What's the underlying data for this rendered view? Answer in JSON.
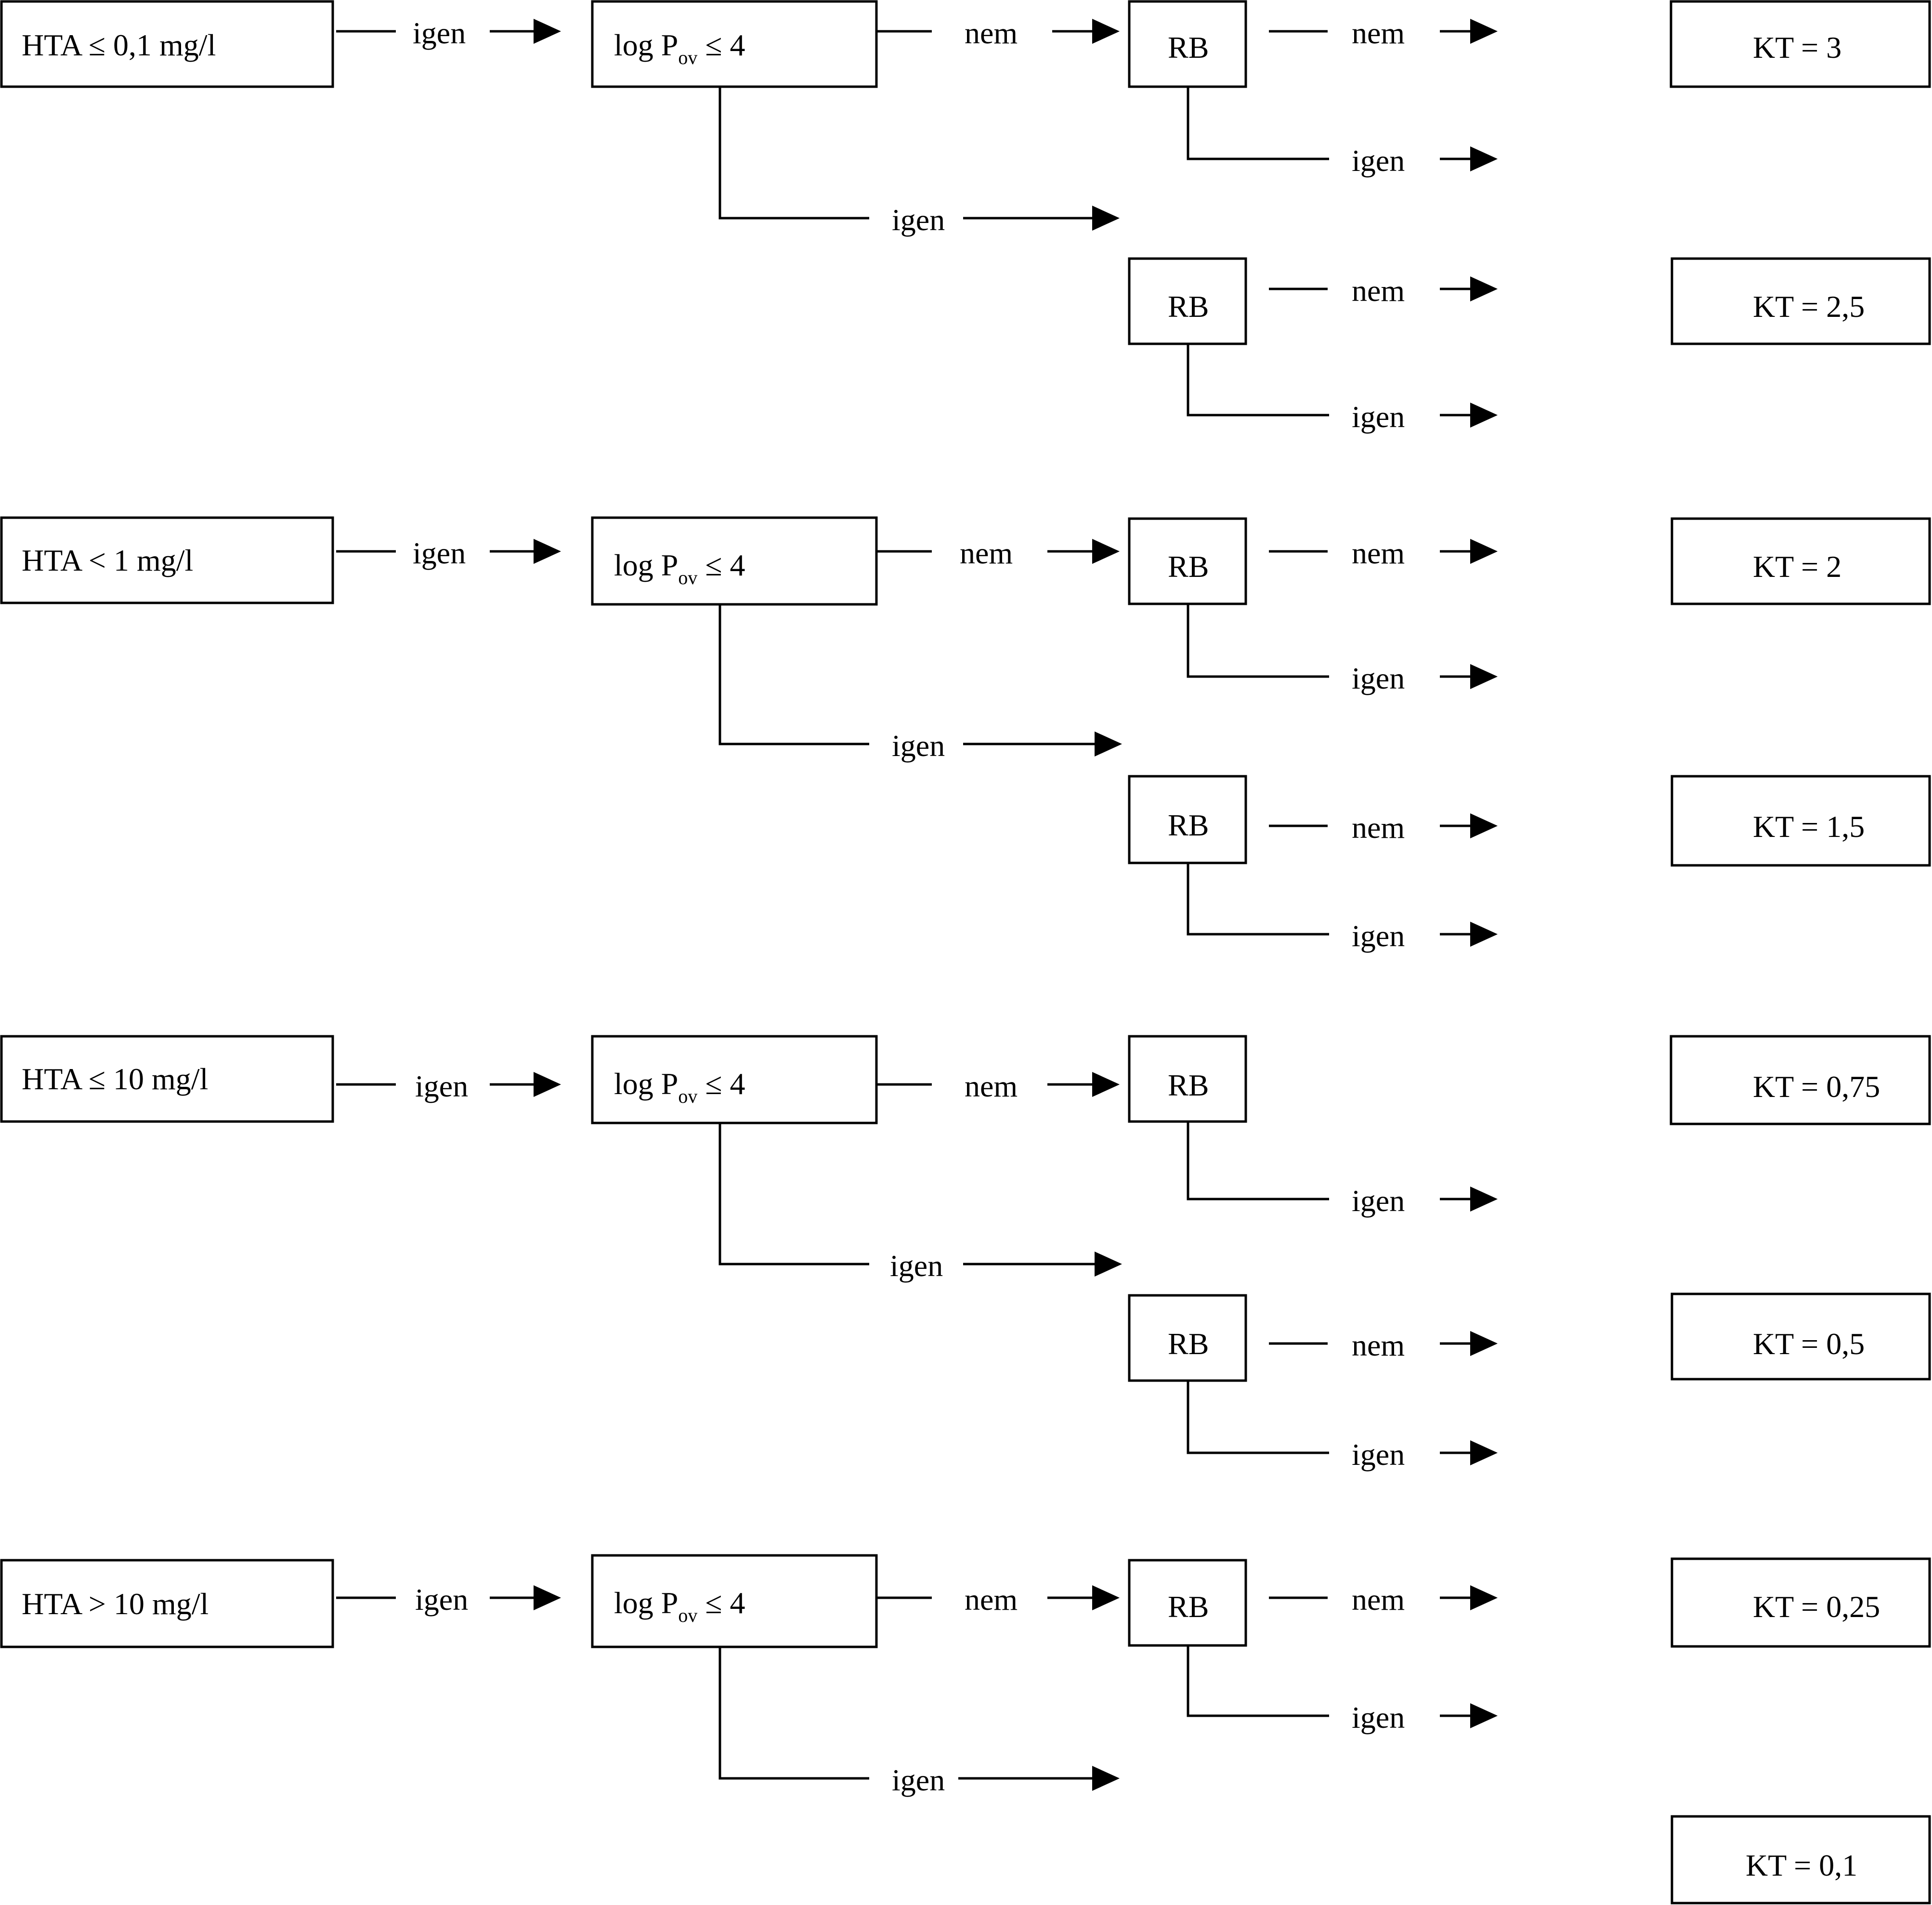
{
  "labels": {
    "yes": "igen",
    "no": "nem",
    "rb": "RB",
    "logp_prefix": "log P",
    "logp_subscript": "ov",
    "logp_suffix": " ≤ 4"
  },
  "groups": [
    {
      "hta": "HTA ≤ 0,1 mg/l"
    },
    {
      "hta": "HTA < 1 mg/l"
    },
    {
      "hta": "HTA ≤ 10 mg/l"
    },
    {
      "hta": "HTA > 10 mg/l"
    }
  ],
  "kt_values": [
    "KT  =  3",
    "KT  =  2,5",
    "KT  =  2",
    "KT  =  1,5",
    "KT  =  0,75",
    "KT  =  0,5",
    "KT  =  0,25",
    "KT  =  0,1"
  ]
}
